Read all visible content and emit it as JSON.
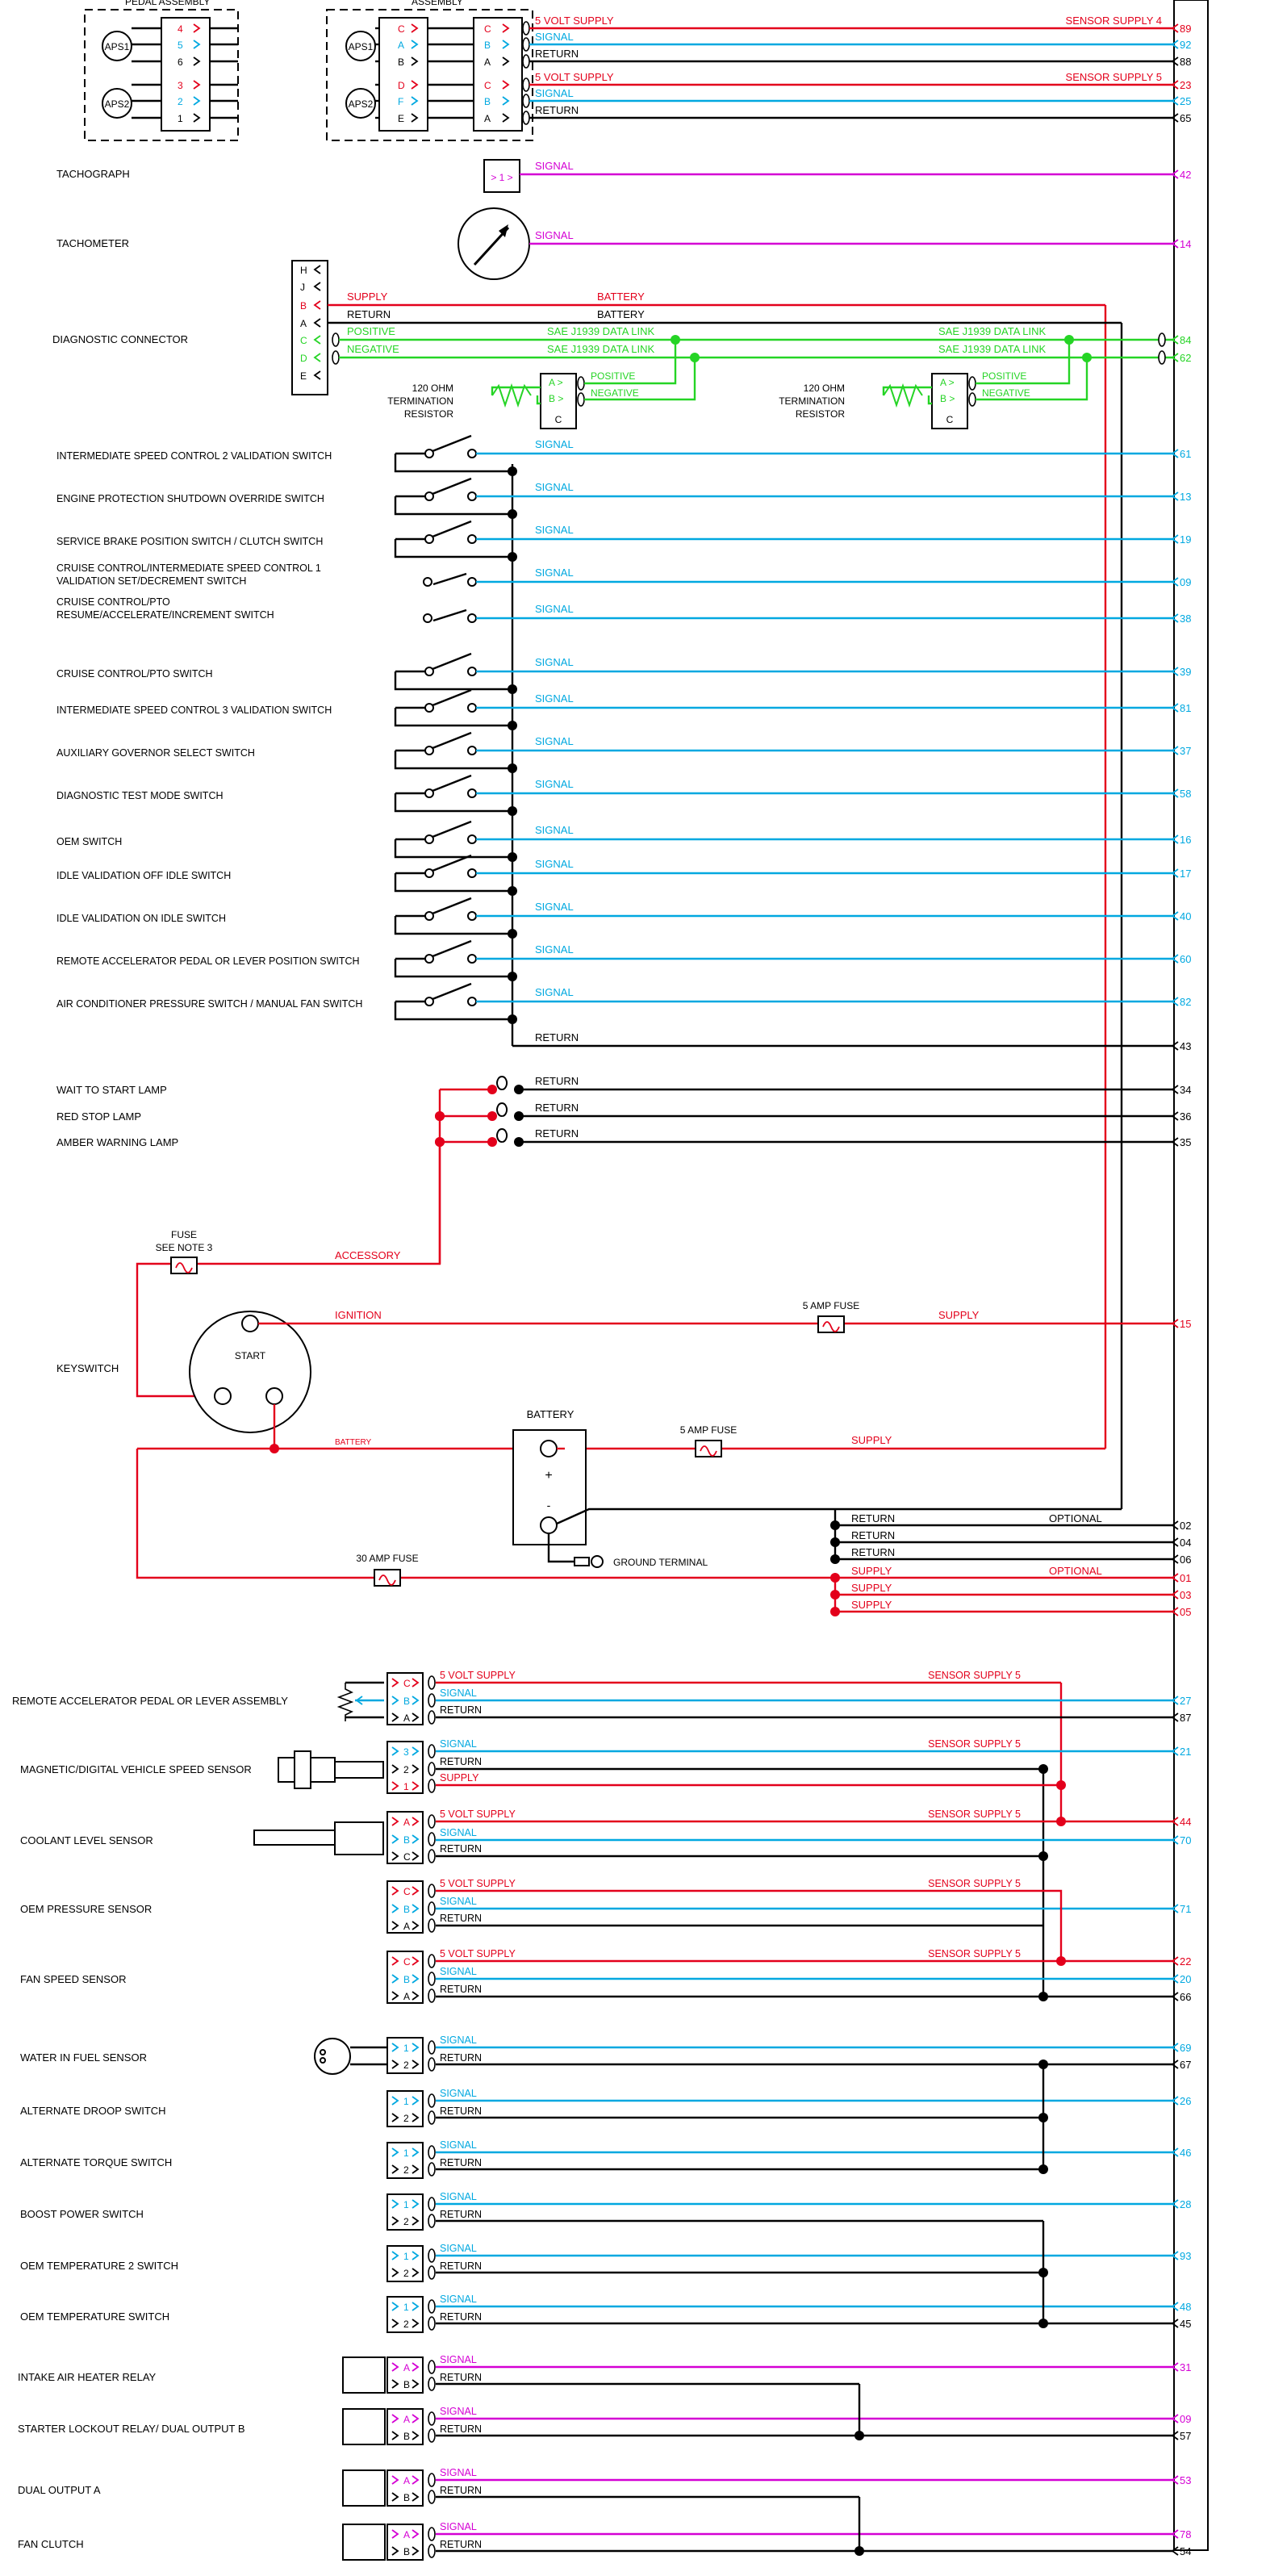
{
  "colors": {
    "red": "#e3001b",
    "blue": "#00a8e0",
    "green": "#25d425",
    "magenta": "#d400d4",
    "black": "#000000"
  },
  "top_header": {
    "left": "PEDAL ASSEMBLY",
    "right": "ASSEMBLY"
  },
  "aps_labels": [
    "APS1",
    "APS2",
    "APS1",
    "APS2"
  ],
  "aps_left_pins": [
    [
      "4",
      "5",
      "6"
    ],
    [
      "3",
      "2",
      "1"
    ]
  ],
  "aps_right_pins": [
    [
      "C",
      "A",
      "B"
    ],
    [
      "D",
      "F",
      "E"
    ]
  ],
  "aps_conn_pins": [
    [
      "C",
      "B",
      "A"
    ],
    [
      "C",
      "B",
      "A"
    ]
  ],
  "sensor_rows_top": [
    {
      "label": "5 VOLT SUPPLY",
      "right": "SENSOR SUPPLY 4",
      "pin": "89",
      "color": "red"
    },
    {
      "label": "SIGNAL",
      "right": "",
      "pin": "92",
      "color": "blue"
    },
    {
      "label": "RETURN",
      "right": "",
      "pin": "88",
      "color": "black"
    },
    {
      "label": "5 VOLT SUPPLY",
      "right": "SENSOR SUPPLY 5",
      "pin": "23",
      "color": "red"
    },
    {
      "label": "SIGNAL",
      "right": "",
      "pin": "25",
      "color": "blue"
    },
    {
      "label": "RETURN",
      "right": "",
      "pin": "65",
      "color": "black"
    }
  ],
  "tachograph": {
    "label": "TACHOGRAPH",
    "pin_label": "1",
    "signal": "SIGNAL",
    "pin": "42"
  },
  "tachometer": {
    "label": "TACHOMETER",
    "signal": "SIGNAL",
    "pin": "14"
  },
  "diag": {
    "label": "DIAGNOSTIC CONNECTOR",
    "pins": [
      "H",
      "J",
      "B",
      "A",
      "C",
      "D",
      "E"
    ],
    "supply": "SUPPLY",
    "battery1": "BATTERY",
    "return": "RETURN",
    "battery2": "BATTERY",
    "positive": "POSITIVE",
    "negative": "NEGATIVE",
    "link1": "SAE J1939 DATA LINK",
    "link2": "SAE J1939 DATA LINK",
    "link3": "SAE J1939 DATA LINK",
    "link4": "SAE J1939 DATA LINK",
    "pin_pos": "84",
    "pin_neg": "62",
    "term1": [
      "120 OHM",
      "TERMINATION",
      "RESISTOR"
    ],
    "term2": [
      "120 OHM",
      "TERMINATION",
      "RESISTOR"
    ],
    "term_pins": [
      "A",
      "B",
      "C"
    ],
    "term_pos": "POSITIVE",
    "term_neg": "NEGATIVE"
  },
  "switches": [
    {
      "label": "INTERMEDIATE SPEED CONTROL 2 VALIDATION SWITCH",
      "signal": "SIGNAL",
      "pin": "61"
    },
    {
      "label": "ENGINE PROTECTION SHUTDOWN OVERRIDE SWITCH",
      "signal": "SIGNAL",
      "pin": "13"
    },
    {
      "label": "SERVICE BRAKE POSITION SWITCH / CLUTCH SWITCH",
      "signal": "SIGNAL",
      "pin": "19"
    },
    {
      "label": "CRUISE CONTROL/INTERMEDIATE SPEED CONTROL 1 VALIDATION SET/DECREMENT SWITCH",
      "signal": "SIGNAL",
      "pin": "09"
    },
    {
      "label": "CRUISE CONTROL/PTO RESUME/ACCELERATE/INCREMENT SWITCH",
      "signal": "SIGNAL",
      "pin": "38"
    },
    {
      "label": "CRUISE CONTROL/PTO SWITCH",
      "signal": "SIGNAL",
      "pin": "39"
    },
    {
      "label": "INTERMEDIATE SPEED CONTROL 3 VALIDATION SWITCH",
      "signal": "SIGNAL",
      "pin": "81"
    },
    {
      "label": "AUXILIARY GOVERNOR SELECT SWITCH",
      "signal": "SIGNAL",
      "pin": "37"
    },
    {
      "label": "DIAGNOSTIC TEST MODE SWITCH",
      "signal": "SIGNAL",
      "pin": "58"
    },
    {
      "label": "OEM SWITCH",
      "signal": "SIGNAL",
      "pin": "16"
    },
    {
      "label": "IDLE VALIDATION OFF IDLE SWITCH",
      "signal": "SIGNAL",
      "pin": "17"
    },
    {
      "label": "IDLE VALIDATION ON IDLE SWITCH",
      "signal": "SIGNAL",
      "pin": "40"
    },
    {
      "label": "REMOTE ACCELERATOR PEDAL OR LEVER POSITION SWITCH",
      "signal": "SIGNAL",
      "pin": "60"
    },
    {
      "label": "AIR CONDITIONER PRESSURE SWITCH / MANUAL FAN SWITCH",
      "signal": "SIGNAL",
      "pin": "82"
    }
  ],
  "switch_return": {
    "label": "RETURN",
    "pin": "43"
  },
  "lamps": [
    {
      "label": "WAIT TO START LAMP",
      "ret": "RETURN",
      "pin": "34"
    },
    {
      "label": "RED STOP LAMP",
      "ret": "RETURN",
      "pin": "36"
    },
    {
      "label": "AMBER WARNING LAMP",
      "ret": "RETURN",
      "pin": "35"
    }
  ],
  "power": {
    "fuse_note": [
      "FUSE",
      "SEE NOTE 3"
    ],
    "accessory": "ACCESSORY",
    "keyswitch": "KEYSWITCH",
    "start": "START",
    "ignition": "IGNITION",
    "fuse5a": "5 AMP FUSE",
    "supply": "SUPPLY",
    "pin15": "15",
    "battery": "BATTERY",
    "battery_wire": "BATTERY",
    "fuse5b": "5 AMP FUSE",
    "supply2": "SUPPLY",
    "fuse30": "30 AMP FUSE",
    "ground": "GROUND TERMINAL",
    "plus": "+",
    "minus": "-",
    "returns": [
      {
        "t": "RETURN",
        "o": "OPTIONAL",
        "p": "02"
      },
      {
        "t": "RETURN",
        "o": "",
        "p": "04"
      },
      {
        "t": "RETURN",
        "o": "",
        "p": "06"
      }
    ],
    "supplies": [
      {
        "t": "SUPPLY",
        "o": "OPTIONAL",
        "p": "01"
      },
      {
        "t": "SUPPLY",
        "o": "",
        "p": "03"
      },
      {
        "t": "SUPPLY",
        "o": "",
        "p": "05"
      }
    ]
  },
  "sensors": [
    {
      "label": "REMOTE ACCELERATOR PEDAL OR LEVER ASSEMBLY",
      "rows": [
        {
          "pp": "C",
          "t": "5 VOLT SUPPLY",
          "r": "SENSOR SUPPLY 5",
          "pin": "",
          "c": "red"
        },
        {
          "pp": "B",
          "t": "SIGNAL",
          "r": "",
          "pin": "27",
          "c": "blue"
        },
        {
          "pp": "A",
          "t": "RETURN",
          "r": "",
          "pin": "87",
          "c": "black"
        }
      ]
    },
    {
      "label": "MAGNETIC/DIGITAL VEHICLE SPEED SENSOR",
      "rows": [
        {
          "pp": "3",
          "t": "SIGNAL",
          "r": "SENSOR SUPPLY 5",
          "pin": "21",
          "c": "blue"
        },
        {
          "pp": "2",
          "t": "RETURN",
          "r": "",
          "pin": "",
          "c": "black"
        },
        {
          "pp": "1",
          "t": "SUPPLY",
          "r": "",
          "pin": "",
          "c": "red"
        }
      ]
    },
    {
      "label": "COOLANT LEVEL SENSOR",
      "rows": [
        {
          "pp": "A",
          "t": "5 VOLT SUPPLY",
          "r": "SENSOR SUPPLY 5",
          "pin": "44",
          "c": "red"
        },
        {
          "pp": "B",
          "t": "SIGNAL",
          "r": "",
          "pin": "70",
          "c": "blue"
        },
        {
          "pp": "C",
          "t": "RETURN",
          "r": "",
          "pin": "",
          "c": "black"
        }
      ]
    },
    {
      "label": "OEM PRESSURE SENSOR",
      "rows": [
        {
          "pp": "C",
          "t": "5 VOLT SUPPLY",
          "r": "SENSOR SUPPLY 5",
          "pin": "",
          "c": "red"
        },
        {
          "pp": "B",
          "t": "SIGNAL",
          "r": "",
          "pin": "71",
          "c": "blue"
        },
        {
          "pp": "A",
          "t": "RETURN",
          "r": "",
          "pin": "",
          "c": "black"
        }
      ]
    },
    {
      "label": "FAN SPEED SENSOR",
      "rows": [
        {
          "pp": "C",
          "t": "5 VOLT SUPPLY",
          "r": "SENSOR SUPPLY 5",
          "pin": "22",
          "c": "red"
        },
        {
          "pp": "B",
          "t": "SIGNAL",
          "r": "",
          "pin": "20",
          "c": "blue"
        },
        {
          "pp": "A",
          "t": "RETURN",
          "r": "",
          "pin": "66",
          "c": "black"
        }
      ]
    }
  ],
  "two_pin": [
    {
      "label": "WATER IN FUEL SENSOR",
      "sig": "SIGNAL",
      "ret": "RETURN",
      "psig": "69",
      "pret": "67"
    },
    {
      "label": "ALTERNATE DROOP SWITCH",
      "sig": "SIGNAL",
      "ret": "RETURN",
      "psig": "26",
      "pret": ""
    },
    {
      "label": "ALTERNATE TORQUE SWITCH",
      "sig": "SIGNAL",
      "ret": "RETURN",
      "psig": "46",
      "pret": ""
    },
    {
      "label": "BOOST POWER SWITCH",
      "sig": "SIGNAL",
      "ret": "RETURN",
      "psig": "28",
      "pret": ""
    },
    {
      "label": "OEM TEMPERATURE 2 SWITCH",
      "sig": "SIGNAL",
      "ret": "RETURN",
      "psig": "93",
      "pret": ""
    },
    {
      "label": "OEM TEMPERATURE SWITCH",
      "sig": "SIGNAL",
      "ret": "RETURN",
      "psig": "48",
      "pret": "45"
    }
  ],
  "relays": [
    {
      "label": "INTAKE AIR HEATER RELAY",
      "sig": "SIGNAL",
      "ret": "RETURN",
      "psig": "31",
      "pret": ""
    },
    {
      "label": "STARTER LOCKOUT RELAY/ DUAL OUTPUT B",
      "sig": "SIGNAL",
      "ret": "RETURN",
      "psig": "09",
      "pret": "57"
    },
    {
      "label": "DUAL OUTPUT A",
      "sig": "SIGNAL",
      "ret": "RETURN",
      "psig": "53",
      "pret": ""
    },
    {
      "label": "FAN CLUTCH",
      "sig": "SIGNAL",
      "ret": "RETURN",
      "psig": "78",
      "pret": "54"
    }
  ],
  "pp_sensor_pins": [
    "1",
    "2"
  ],
  "relay_pins": [
    "A",
    "B"
  ],
  "term_c": "C"
}
